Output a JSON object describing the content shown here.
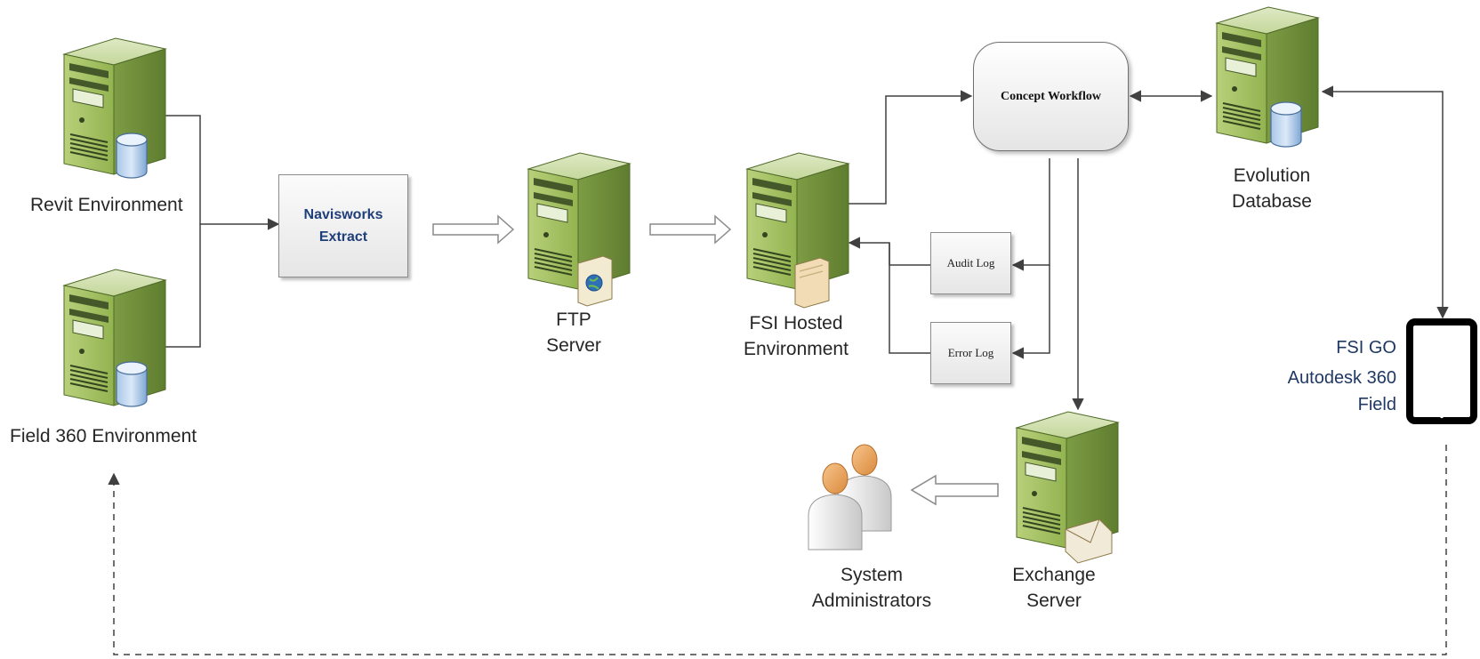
{
  "nodes": {
    "revit": {
      "label": "Revit Environment"
    },
    "field360": {
      "label": "Field 360 Environment"
    },
    "navisworks": {
      "line1": "Navisworks",
      "line2": "Extract"
    },
    "ftp": {
      "line1": "FTP",
      "line2": "Server"
    },
    "fsi_hosted": {
      "line1": "FSI Hosted",
      "line2": "Environment"
    },
    "concept_workflow": {
      "label": "Concept Workflow"
    },
    "audit_log": {
      "label": "Audit Log"
    },
    "error_log": {
      "label": "Error Log"
    },
    "evolution_db": {
      "line1": "Evolution",
      "line2": "Database"
    },
    "exchange": {
      "line1": "Exchange",
      "line2": "Server"
    },
    "admins": {
      "line1": "System",
      "line2": "Administrators"
    },
    "tablet": {
      "line1": "FSI GO",
      "line2": "Autodesk 360",
      "line3": "Field"
    }
  },
  "colors": {
    "server_front": "#9bbb59",
    "server_side": "#6f8f3a",
    "connector": "#404040",
    "label_blue": "#1f3864"
  },
  "icons": [
    "server-icon",
    "database-cylinder-icon",
    "globe-document-icon",
    "folder-document-icon",
    "envelope-icon",
    "users-icon",
    "tablet-icon"
  ]
}
